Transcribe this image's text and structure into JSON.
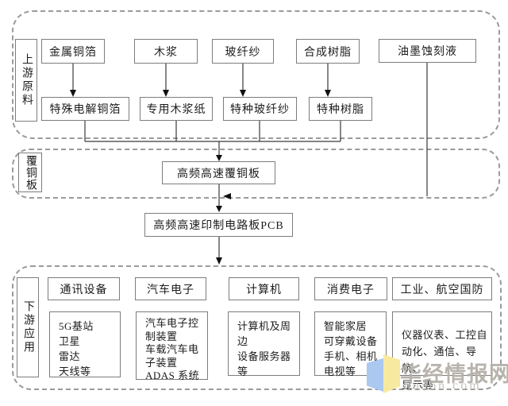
{
  "diagram": {
    "upstream": {
      "label": "上游原料",
      "materials": [
        "金属铜箔",
        "木浆",
        "玻纤纱",
        "合成树脂",
        "油墨蚀刻液"
      ],
      "processed": [
        "特殊电解铜箔",
        "专用木浆纸",
        "特种玻纤纱",
        "特种树脂"
      ]
    },
    "ccl": {
      "label": "覆铜板",
      "node": "高频高速覆铜板"
    },
    "pcb_node": "高频高速印制电路板PCB",
    "downstream": {
      "label": "下游应用",
      "categories": [
        {
          "title": "通讯设备",
          "items": "5G基站\n卫星\n雷达\n天线等"
        },
        {
          "title": "汽车电子",
          "items": "汽车电子控\n制装置\n车载汽车电\n子装置\nADAS 系统"
        },
        {
          "title": "计算机",
          "items": "计算机及周\n边\n设备服务器\n等"
        },
        {
          "title": "消费电子",
          "items": "智能家居\n可穿戴设备\n手机、相机\n电视等"
        },
        {
          "title": "工业、航空国防",
          "items": "仪器仪表、工控自\n动化、通信、导航、\n显示等"
        }
      ]
    }
  },
  "watermark": {
    "name": "华经情报网",
    "domain": "huaon.com",
    "colors": {
      "blue": "#aac8f0",
      "yellow": "#f8e9a0",
      "text": "#b5b1a9"
    }
  }
}
